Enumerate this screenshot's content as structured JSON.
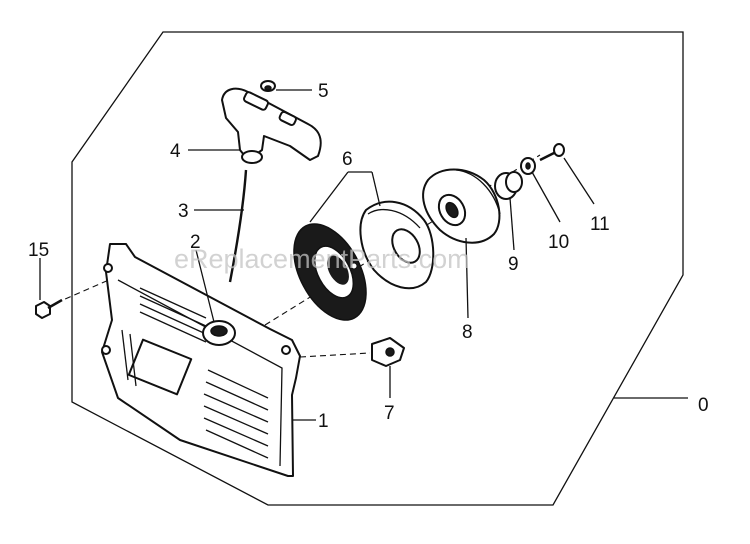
{
  "watermark": "eReplacementParts.com",
  "callouts": [
    {
      "id": "0",
      "text": "0"
    },
    {
      "id": "1",
      "text": "1"
    },
    {
      "id": "2",
      "text": "2"
    },
    {
      "id": "3",
      "text": "3"
    },
    {
      "id": "4",
      "text": "4"
    },
    {
      "id": "5",
      "text": "5"
    },
    {
      "id": "6",
      "text": "6"
    },
    {
      "id": "7",
      "text": "7"
    },
    {
      "id": "8",
      "text": "8"
    },
    {
      "id": "9",
      "text": "9"
    },
    {
      "id": "10",
      "text": "10"
    },
    {
      "id": "11",
      "text": "11"
    },
    {
      "id": "15",
      "text": "15"
    }
  ]
}
